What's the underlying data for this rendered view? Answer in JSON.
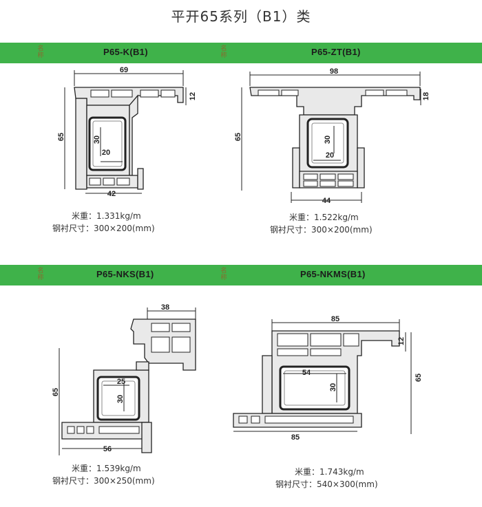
{
  "page_title": "平开65系列（B1）类",
  "name_label": "名称",
  "products": [
    {
      "model": "P65-K(B1)",
      "weight_label": "米重：",
      "weight": "1.331kg/m",
      "steel_label": "钢衬尺寸：",
      "steel": "300×200(mm)",
      "dims": {
        "top": "69",
        "right": "12",
        "left": "65",
        "bottom": "42",
        "inner_v": "30",
        "inner_h": "20"
      }
    },
    {
      "model": "P65-ZT(B1)",
      "weight_label": "米重：",
      "weight": "1.522kg/m",
      "steel_label": "钢衬尺寸：",
      "steel": "300×200(mm)",
      "dims": {
        "top": "98",
        "right": "18",
        "left": "65",
        "bottom": "44",
        "inner_v": "30",
        "inner_h": "20"
      }
    },
    {
      "model": "P65-NKS(B1)",
      "weight_label": "米重：",
      "weight": "1.539kg/m",
      "steel_label": "钢衬尺寸：",
      "steel": "300×250(mm)",
      "dims": {
        "top": "38",
        "left": "65",
        "bottom": "56",
        "inner_v": "30",
        "inner_h": "25"
      }
    },
    {
      "model": "P65-NKMS(B1)",
      "weight_label": "米重：",
      "weight": "1.743kg/m",
      "steel_label": "钢衬尺寸：",
      "steel": "540×300(mm)",
      "dims": {
        "top": "85",
        "right": "12",
        "left": "65",
        "bottom": "85",
        "inner_v": "30",
        "inner_h": "54"
      }
    }
  ]
}
